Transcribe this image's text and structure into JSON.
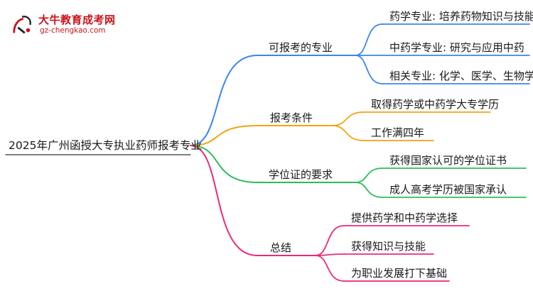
{
  "logo": {
    "title": "大牛教育成考网",
    "url": "gz-chengkao.com"
  },
  "root": {
    "label": "2025年广州函授大专执业药师报考专业"
  },
  "branches": [
    {
      "label": "可报考的专业",
      "color": "#3a86f0",
      "children": [
        "药学专业: 培养药物知识与技能",
        "中药学专业: 研究与应用中药",
        "相关专业: 化学、医学、生物学"
      ]
    },
    {
      "label": "报考条件",
      "color": "#f2a413",
      "children": [
        "取得药学或中药学大专学历",
        "工作满四年"
      ]
    },
    {
      "label": "学位证的要求",
      "color": "#2ebd5a",
      "children": [
        "获得国家认可的学位证书",
        "成人高考学历被国家承认"
      ]
    },
    {
      "label": "总结",
      "color": "#ea2a78",
      "children": [
        "提供药学和中药学选择",
        "获得知识与技能",
        "为职业发展打下基础"
      ]
    }
  ]
}
